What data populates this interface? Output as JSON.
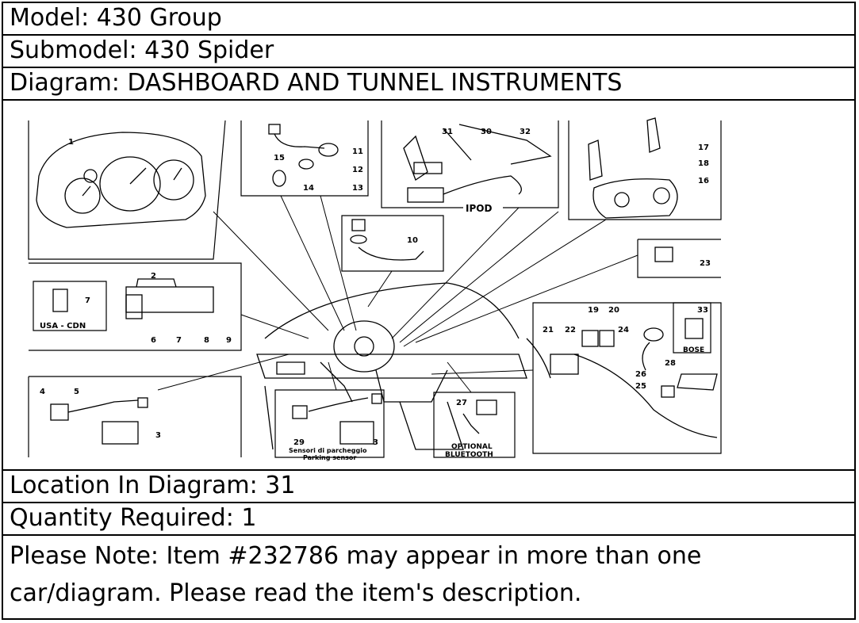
{
  "header": {
    "model": "Model: 430 Group",
    "submodel": "Submodel: 430 Spider",
    "diagram": "Diagram: DASHBOARD AND TUNNEL INSTRUMENTS"
  },
  "diagram_labels": {
    "p1": "1",
    "p2": "2",
    "p3a": "3",
    "p3b": "3",
    "p4": "4",
    "p5": "5",
    "p6": "6",
    "p7a": "7",
    "p7b": "7",
    "p8": "8",
    "p9": "9",
    "p10": "10",
    "p11": "11",
    "p12": "12",
    "p13": "13",
    "p14": "14",
    "p15": "15",
    "p16": "16",
    "p17": "17",
    "p18": "18",
    "p19": "19",
    "p20": "20",
    "p21": "21",
    "p22": "22",
    "p23": "23",
    "p24": "24",
    "p25": "25",
    "p26": "26",
    "p27": "27",
    "p28": "28",
    "p29": "29",
    "p30": "30",
    "p31": "31",
    "p32": "32",
    "p33": "33",
    "ipod": "IPOD",
    "usa_cdn": "USA - CDN",
    "bose": "BOSE",
    "optional_1": "OPTIONAL",
    "optional_2": "BLUETOOTH",
    "sensori": "Sensori di parcheggio",
    "parking": "Parking sensor"
  },
  "info": {
    "location": "Location In Diagram: 31",
    "quantity": "Quantity Required: 1",
    "note": "Please Note: Item #232786 may appear in more than one car/diagram. Please read the item's description."
  }
}
